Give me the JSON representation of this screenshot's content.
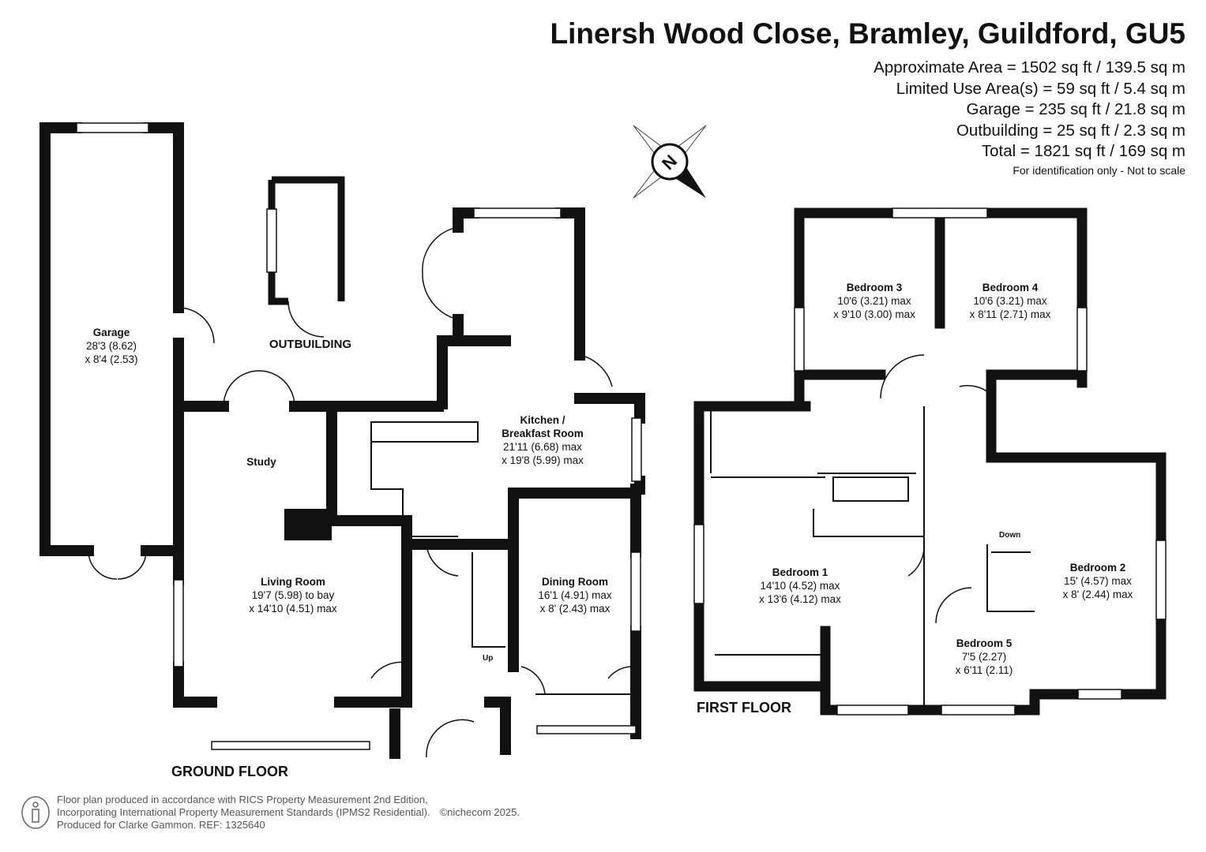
{
  "header": {
    "title": "Linersh Wood Close, Bramley, Guildford, GU5",
    "areas": [
      "Approximate Area = 1502 sq ft / 139.5 sq m",
      "Limited Use Area(s) = 59 sq ft / 5.4 sq m",
      "Garage = 235 sq ft / 21.8 sq m",
      "Outbuilding = 25 sq ft / 2.3 sq m",
      "Total = 1821 sq ft / 169 sq m"
    ],
    "note": "For identification only - Not to scale"
  },
  "compass": {
    "label": "N",
    "icon": "compass-icon"
  },
  "ground_floor": {
    "label": "GROUND FLOOR",
    "rooms": {
      "garage": {
        "name": "Garage",
        "dim1": "28'3 (8.62)",
        "dim2": "x 8'4 (2.53)"
      },
      "outbuilding": {
        "name": "OUTBUILDING"
      },
      "study": {
        "name": "Study"
      },
      "kitchen": {
        "name": "Kitchen /",
        "name2": "Breakfast Room",
        "dim1": "21'11 (6.68) max",
        "dim2": "x 19'8 (5.99) max"
      },
      "living": {
        "name": "Living Room",
        "dim1": "19'7 (5.98) to bay",
        "dim2": "x 14'10 (4.51) max"
      },
      "dining": {
        "name": "Dining Room",
        "dim1": "16'1 (4.91) max",
        "dim2": "x 8' (2.43) max"
      }
    },
    "stairs_label": "Up"
  },
  "first_floor": {
    "label": "FIRST FLOOR",
    "rooms": {
      "bedroom3": {
        "name": "Bedroom 3",
        "dim1": "10'6 (3.21) max",
        "dim2": "x 9'10 (3.00) max"
      },
      "bedroom4": {
        "name": "Bedroom 4",
        "dim1": "10'6 (3.21) max",
        "dim2": "x 8'11 (2.71) max"
      },
      "bedroom1": {
        "name": "Bedroom 1",
        "dim1": "14'10 (4.52) max",
        "dim2": "x 13'6 (4.12) max"
      },
      "bedroom2": {
        "name": "Bedroom 2",
        "dim1": "15' (4.57) max",
        "dim2": "x 8' (2.44) max"
      },
      "bedroom5": {
        "name": "Bedroom 5",
        "dim1": "7'5 (2.27)",
        "dim2": "x 6'11 (2.11)"
      }
    },
    "stairs_label": "Down"
  },
  "footer": {
    "lines": [
      "Floor plan produced in accordance with RICS Property Measurement 2nd Edition,",
      "Incorporating International Property Measurement Standards (IPMS2 Residential).",
      "Produced for Clarke Gammon.   REF:  1325640"
    ],
    "copyright": "©nichecom 2025."
  }
}
